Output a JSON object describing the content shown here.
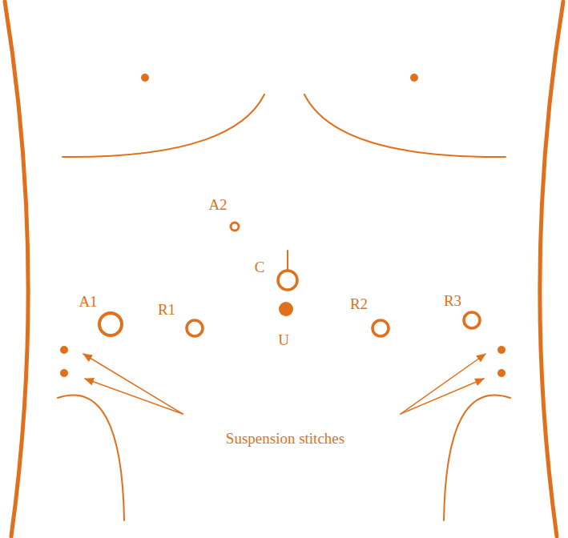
{
  "diagram": {
    "labels": [
      "A2",
      "C",
      "A1",
      "R1",
      "U",
      "R2",
      "R3",
      "Suspension stitches"
    ]
  }
}
